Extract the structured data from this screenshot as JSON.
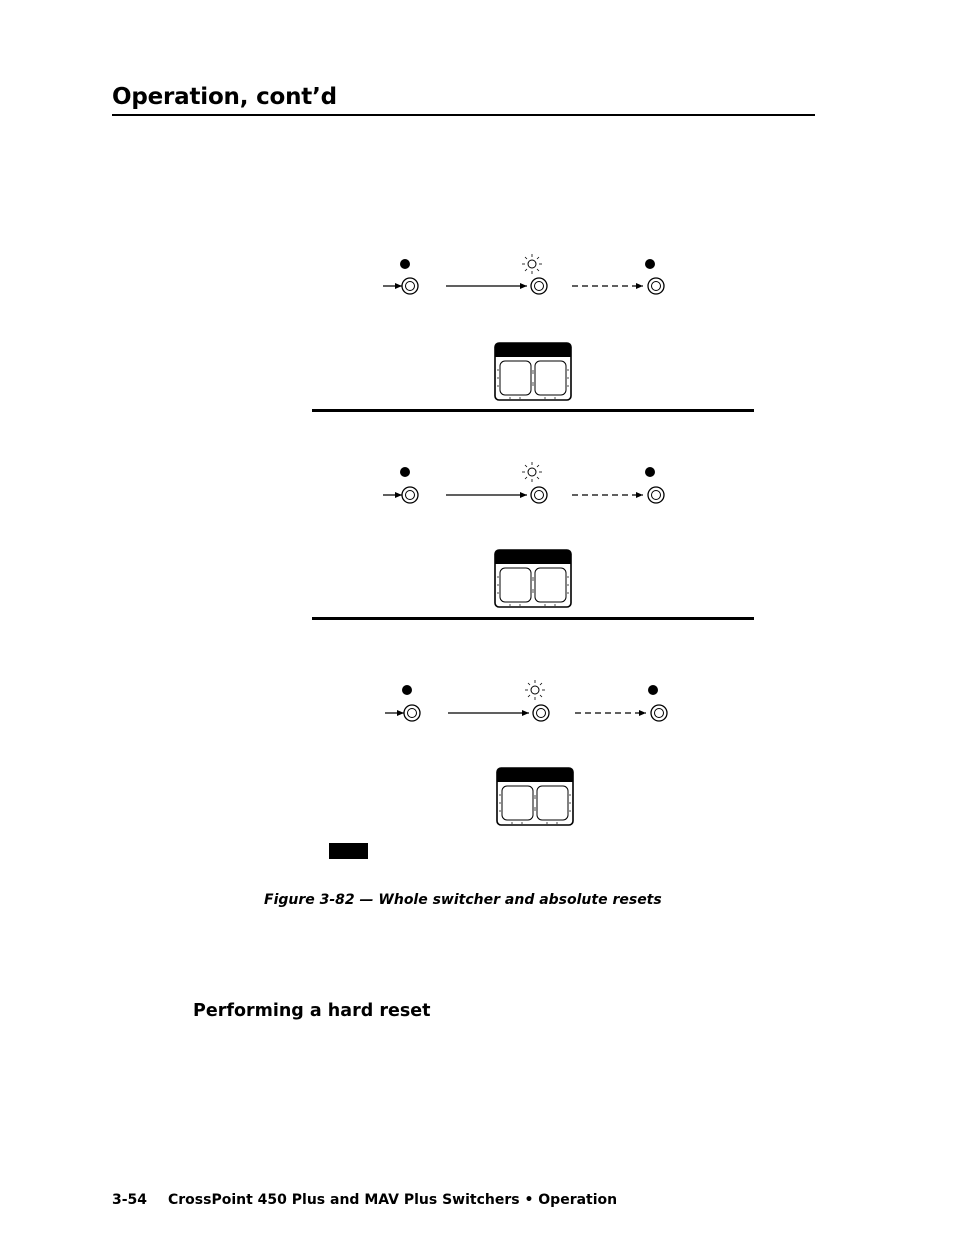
{
  "header": {
    "title": "Operation, cont’d"
  },
  "figure": {
    "caption": "Figure 3-82 — Whole switcher and absolute resets",
    "panels": [
      {
        "indicators": [
          "unlit",
          "blinking",
          "unlit"
        ]
      },
      {
        "indicators": [
          "unlit",
          "blinking",
          "unlit"
        ]
      },
      {
        "indicators": [
          "unlit",
          "blinking",
          "unlit"
        ]
      }
    ]
  },
  "section": {
    "heading": "Performing a hard reset"
  },
  "footer": {
    "page_number": "3-54",
    "document_title": "CrossPoint 450 Plus and MAV Plus Switchers • Operation"
  }
}
